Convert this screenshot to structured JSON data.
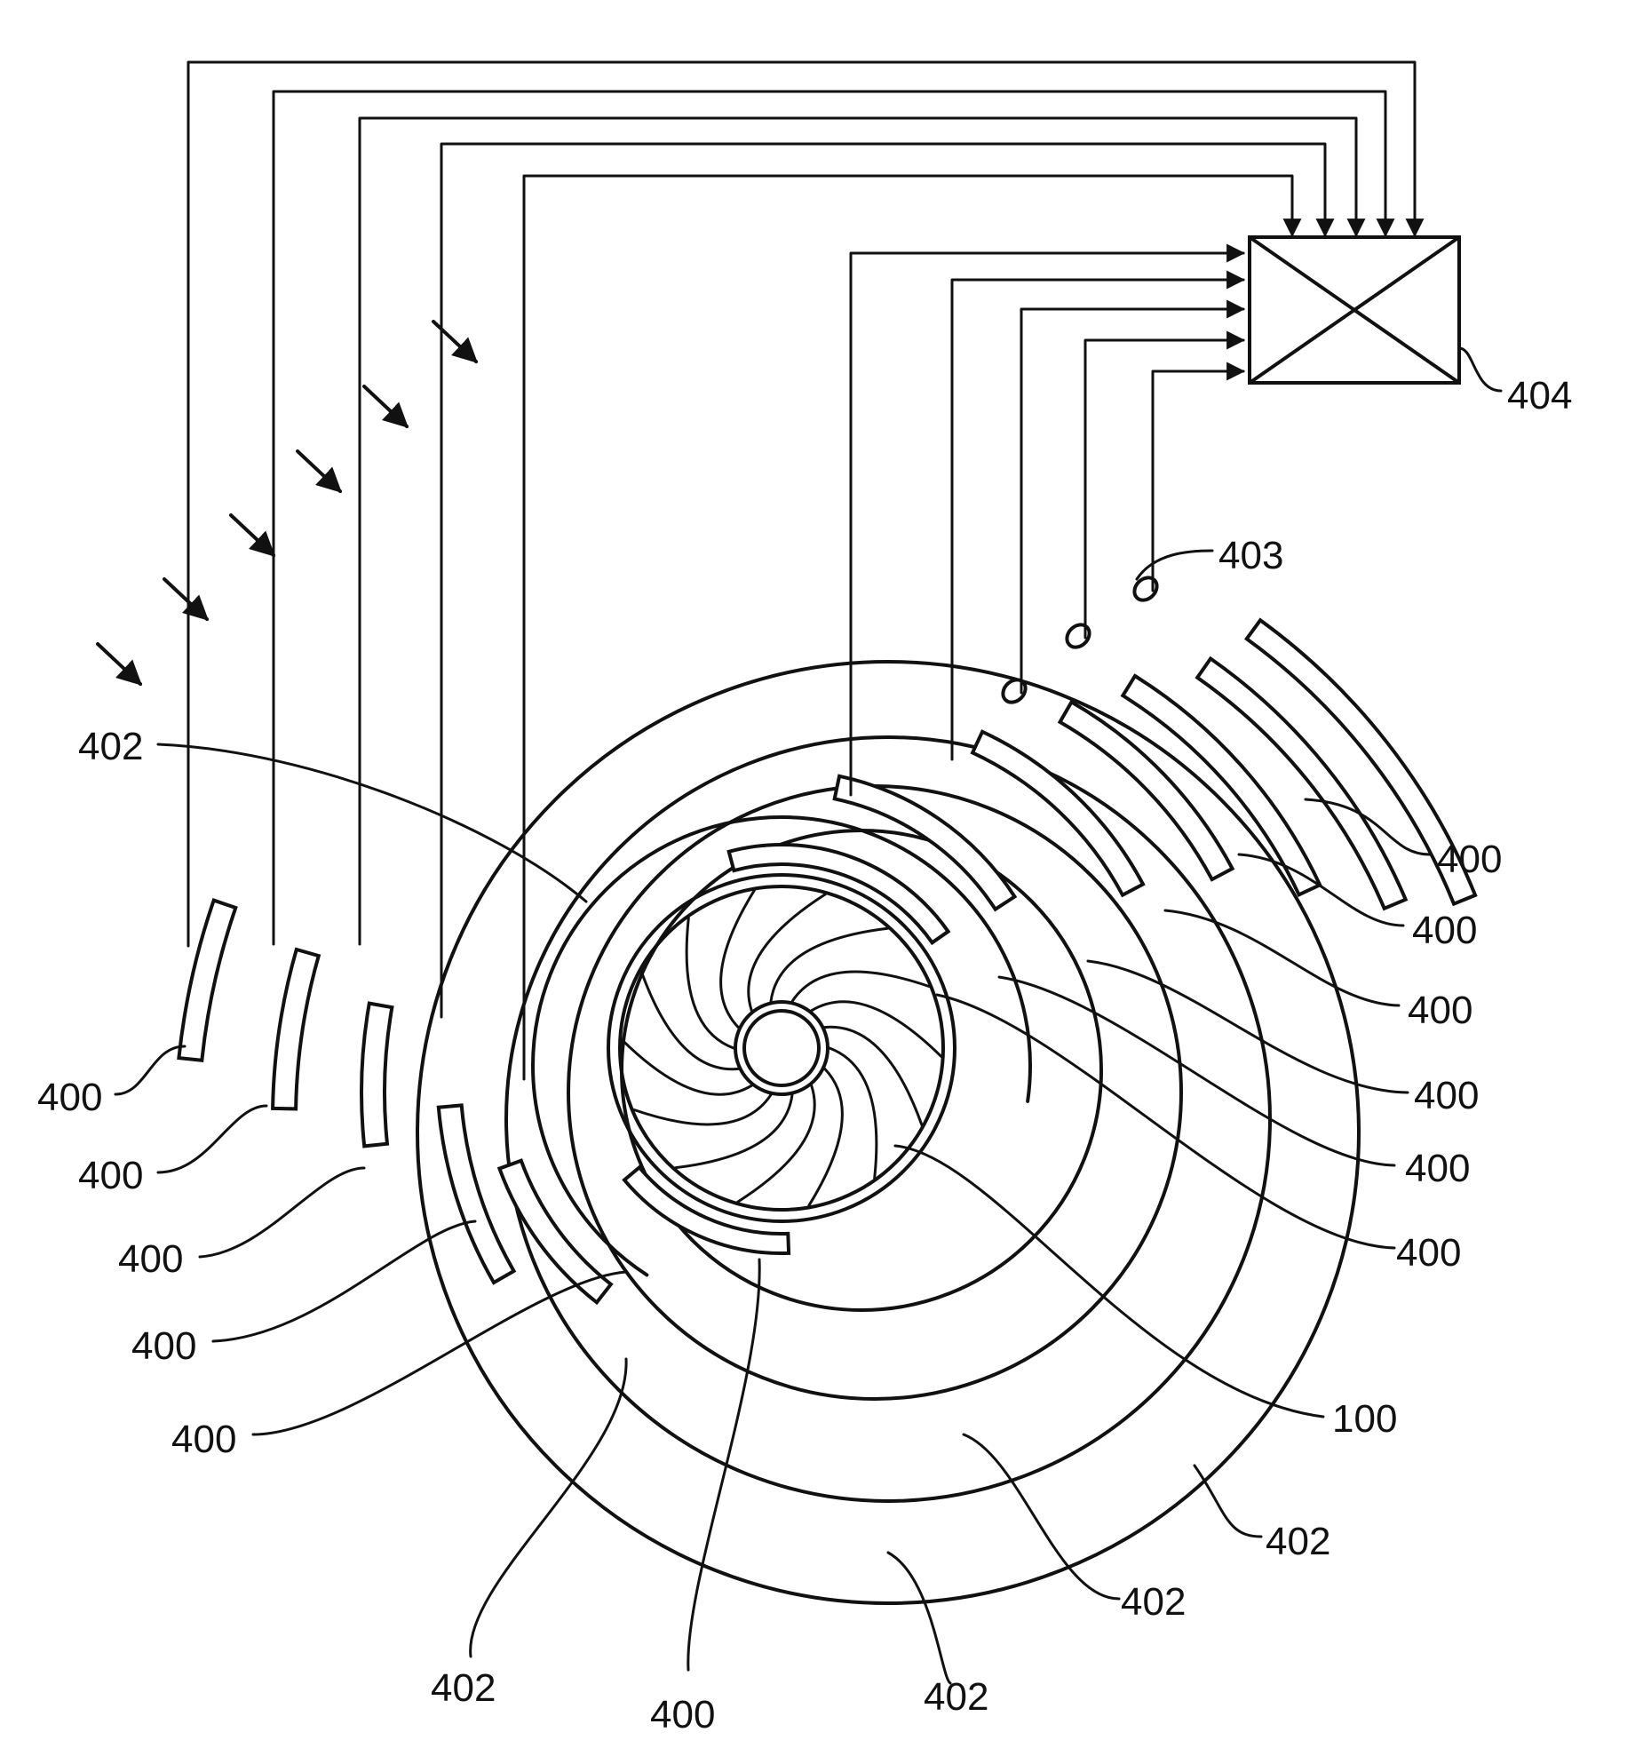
{
  "figure": {
    "line_color": "#111111",
    "background": "#ffffff",
    "labels": {
      "controller": "404",
      "port": "403",
      "rotor": "100",
      "ring": "402",
      "sensor": "400"
    }
  }
}
